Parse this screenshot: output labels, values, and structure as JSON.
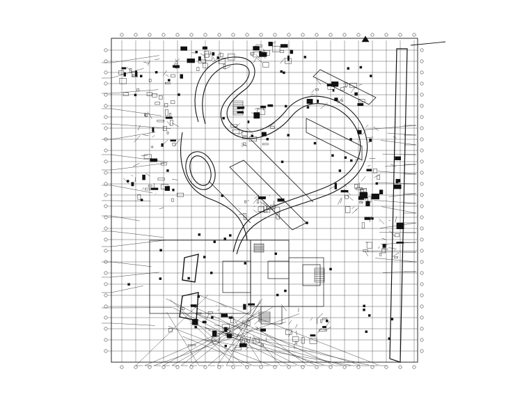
{
  "drawing": {
    "kind": "architectural-floor-plan",
    "line_color": "#111111",
    "paper_color": "#ffffff",
    "title_label": "",
    "room_labels": [
      "",
      "",
      "",
      "",
      "",
      ""
    ],
    "notes": [
      "",
      "",
      "",
      ""
    ]
  },
  "icons": [
    "axis-grid-bubble",
    "north-arrow",
    "stair-symbol"
  ]
}
